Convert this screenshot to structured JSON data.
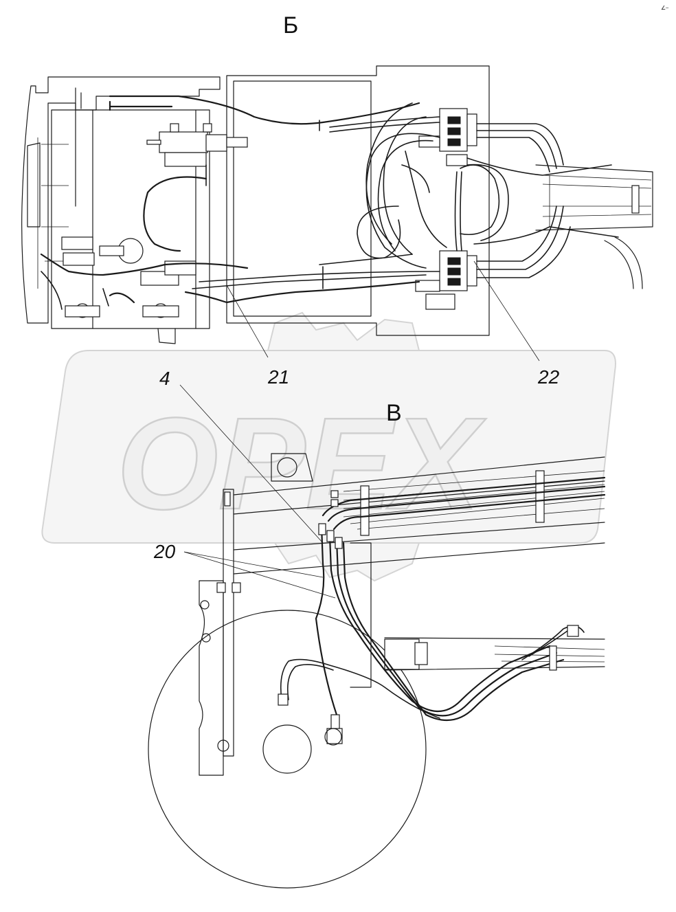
{
  "views": {
    "top": "Б",
    "bottom": "В"
  },
  "callouts": [
    "21",
    "22",
    "4",
    "20"
  ],
  "corner_mark": "∠⎯",
  "watermark": "OPEX",
  "colors": {
    "line": "#1a1a1a",
    "background": "#ffffff",
    "watermark": "#d4d4d4"
  }
}
